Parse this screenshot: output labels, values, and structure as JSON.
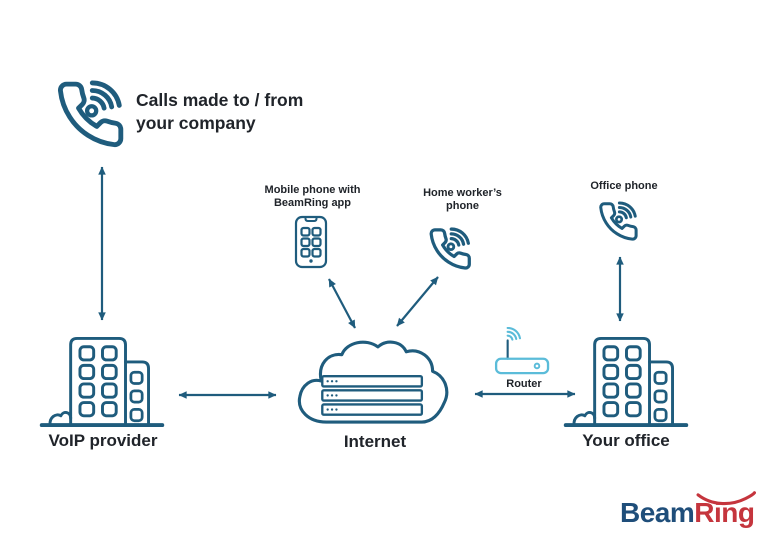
{
  "colors": {
    "diagram_stroke": "#1f5c7d",
    "label_text": "#20242a",
    "router_accent": "#5bbcd9",
    "logo_beam": "#1f4e7a",
    "logo_ring": "#c5353d"
  },
  "labels": {
    "calls_line1": "Calls made to / from",
    "calls_line2": "your company",
    "mobile_line1": "Mobile phone with",
    "mobile_line2": "BeamRing app",
    "home_line1": "Home worker’s",
    "home_line2": "phone",
    "office_phone": "Office phone",
    "voip_provider": "VoIP provider",
    "internet": "Internet",
    "router": "Router",
    "your_office": "Your office"
  },
  "logo": {
    "beam": "Beam",
    "ring": "Ring"
  },
  "icons": {
    "calls": "phone-handset-waves-icon",
    "mobile": "mobile-phone-keypad-icon",
    "home": "phone-handset-waves-icon",
    "office_phone": "phone-handset-waves-icon",
    "voip": "office-building-icon",
    "internet": "cloud-servers-icon",
    "router": "wifi-router-icon",
    "office": "office-building-icon"
  }
}
